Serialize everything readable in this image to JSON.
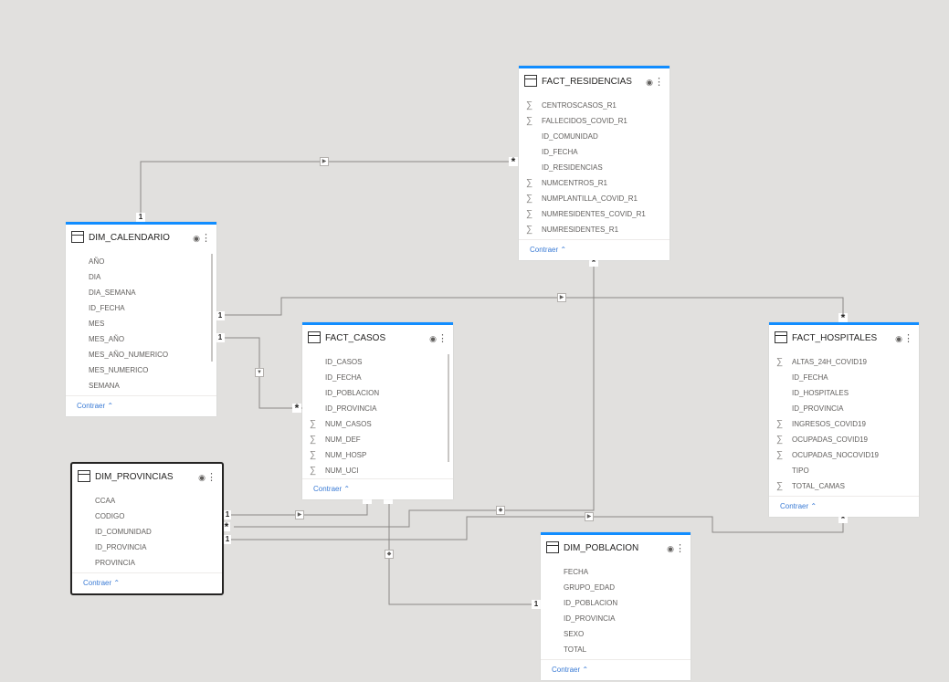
{
  "tables": {
    "fact_residencias": {
      "name": "FACT_RESIDENCIAS",
      "fields": [
        {
          "label": "CENTROSCASOS_R1",
          "sum": true
        },
        {
          "label": "FALLECIDOS_COVID_R1",
          "sum": true
        },
        {
          "label": "ID_COMUNIDAD",
          "sum": false
        },
        {
          "label": "ID_FECHA",
          "sum": false
        },
        {
          "label": "ID_RESIDENCIAS",
          "sum": false
        },
        {
          "label": "NUMCENTROS_R1",
          "sum": true
        },
        {
          "label": "NUMPLANTILLA_COVID_R1",
          "sum": true
        },
        {
          "label": "NUMRESIDENTES_COVID_R1",
          "sum": true
        },
        {
          "label": "NUMRESIDENTES_R1",
          "sum": true
        }
      ],
      "collapse": "Contraer"
    },
    "dim_calendario": {
      "name": "DIM_CALENDARIO",
      "fields": [
        {
          "label": "AÑO",
          "sum": false
        },
        {
          "label": "DIA",
          "sum": false
        },
        {
          "label": "DIA_SEMANA",
          "sum": false
        },
        {
          "label": "ID_FECHA",
          "sum": false
        },
        {
          "label": "MES",
          "sum": false
        },
        {
          "label": "MES_AÑO",
          "sum": false
        },
        {
          "label": "MES_AÑO_NUMERICO",
          "sum": false
        },
        {
          "label": "MES_NUMERICO",
          "sum": false
        },
        {
          "label": "SEMANA",
          "sum": false
        }
      ],
      "collapse": "Contraer"
    },
    "fact_casos": {
      "name": "FACT_CASOS",
      "fields": [
        {
          "label": "ID_CASOS",
          "sum": false
        },
        {
          "label": "ID_FECHA",
          "sum": false
        },
        {
          "label": "ID_POBLACION",
          "sum": false
        },
        {
          "label": "ID_PROVINCIA",
          "sum": false
        },
        {
          "label": "NUM_CASOS",
          "sum": true
        },
        {
          "label": "NUM_DEF",
          "sum": true
        },
        {
          "label": "NUM_HOSP",
          "sum": true
        },
        {
          "label": "NUM_UCI",
          "sum": true
        }
      ],
      "collapse": "Contraer"
    },
    "fact_hospitales": {
      "name": "FACT_HOSPITALES",
      "fields": [
        {
          "label": "ALTAS_24H_COVID19",
          "sum": true
        },
        {
          "label": "ID_FECHA",
          "sum": false
        },
        {
          "label": "ID_HOSPITALES",
          "sum": false
        },
        {
          "label": "ID_PROVINCIA",
          "sum": false
        },
        {
          "label": "INGRESOS_COVID19",
          "sum": true
        },
        {
          "label": "OCUPADAS_COVID19",
          "sum": true
        },
        {
          "label": "OCUPADAS_NOCOVID19",
          "sum": true
        },
        {
          "label": "TIPO",
          "sum": false
        },
        {
          "label": "TOTAL_CAMAS",
          "sum": true
        }
      ],
      "collapse": "Contraer"
    },
    "dim_provincias": {
      "name": "DIM_PROVINCIAS",
      "fields": [
        {
          "label": "CCAA",
          "sum": false
        },
        {
          "label": "CODIGO",
          "sum": false
        },
        {
          "label": "ID_COMUNIDAD",
          "sum": false
        },
        {
          "label": "ID_PROVINCIA",
          "sum": false
        },
        {
          "label": "PROVINCIA",
          "sum": false
        }
      ],
      "collapse": "Contraer"
    },
    "dim_poblacion": {
      "name": "DIM_POBLACION",
      "fields": [
        {
          "label": "FECHA",
          "sum": false
        },
        {
          "label": "GRUPO_EDAD",
          "sum": false
        },
        {
          "label": "ID_POBLACION",
          "sum": false
        },
        {
          "label": "ID_PROVINCIA",
          "sum": false
        },
        {
          "label": "SEXO",
          "sum": false
        },
        {
          "label": "TOTAL",
          "sum": false
        }
      ],
      "collapse": "Contraer"
    }
  },
  "cardinality": {
    "one": "1",
    "many": "*"
  },
  "icons": {
    "sum": "∑",
    "eye": "eye-icon",
    "more": "more-icon",
    "table": "table-icon"
  },
  "colors": {
    "accent": "#118dff",
    "line": "#8a8886",
    "link": "#3a7bd5"
  }
}
